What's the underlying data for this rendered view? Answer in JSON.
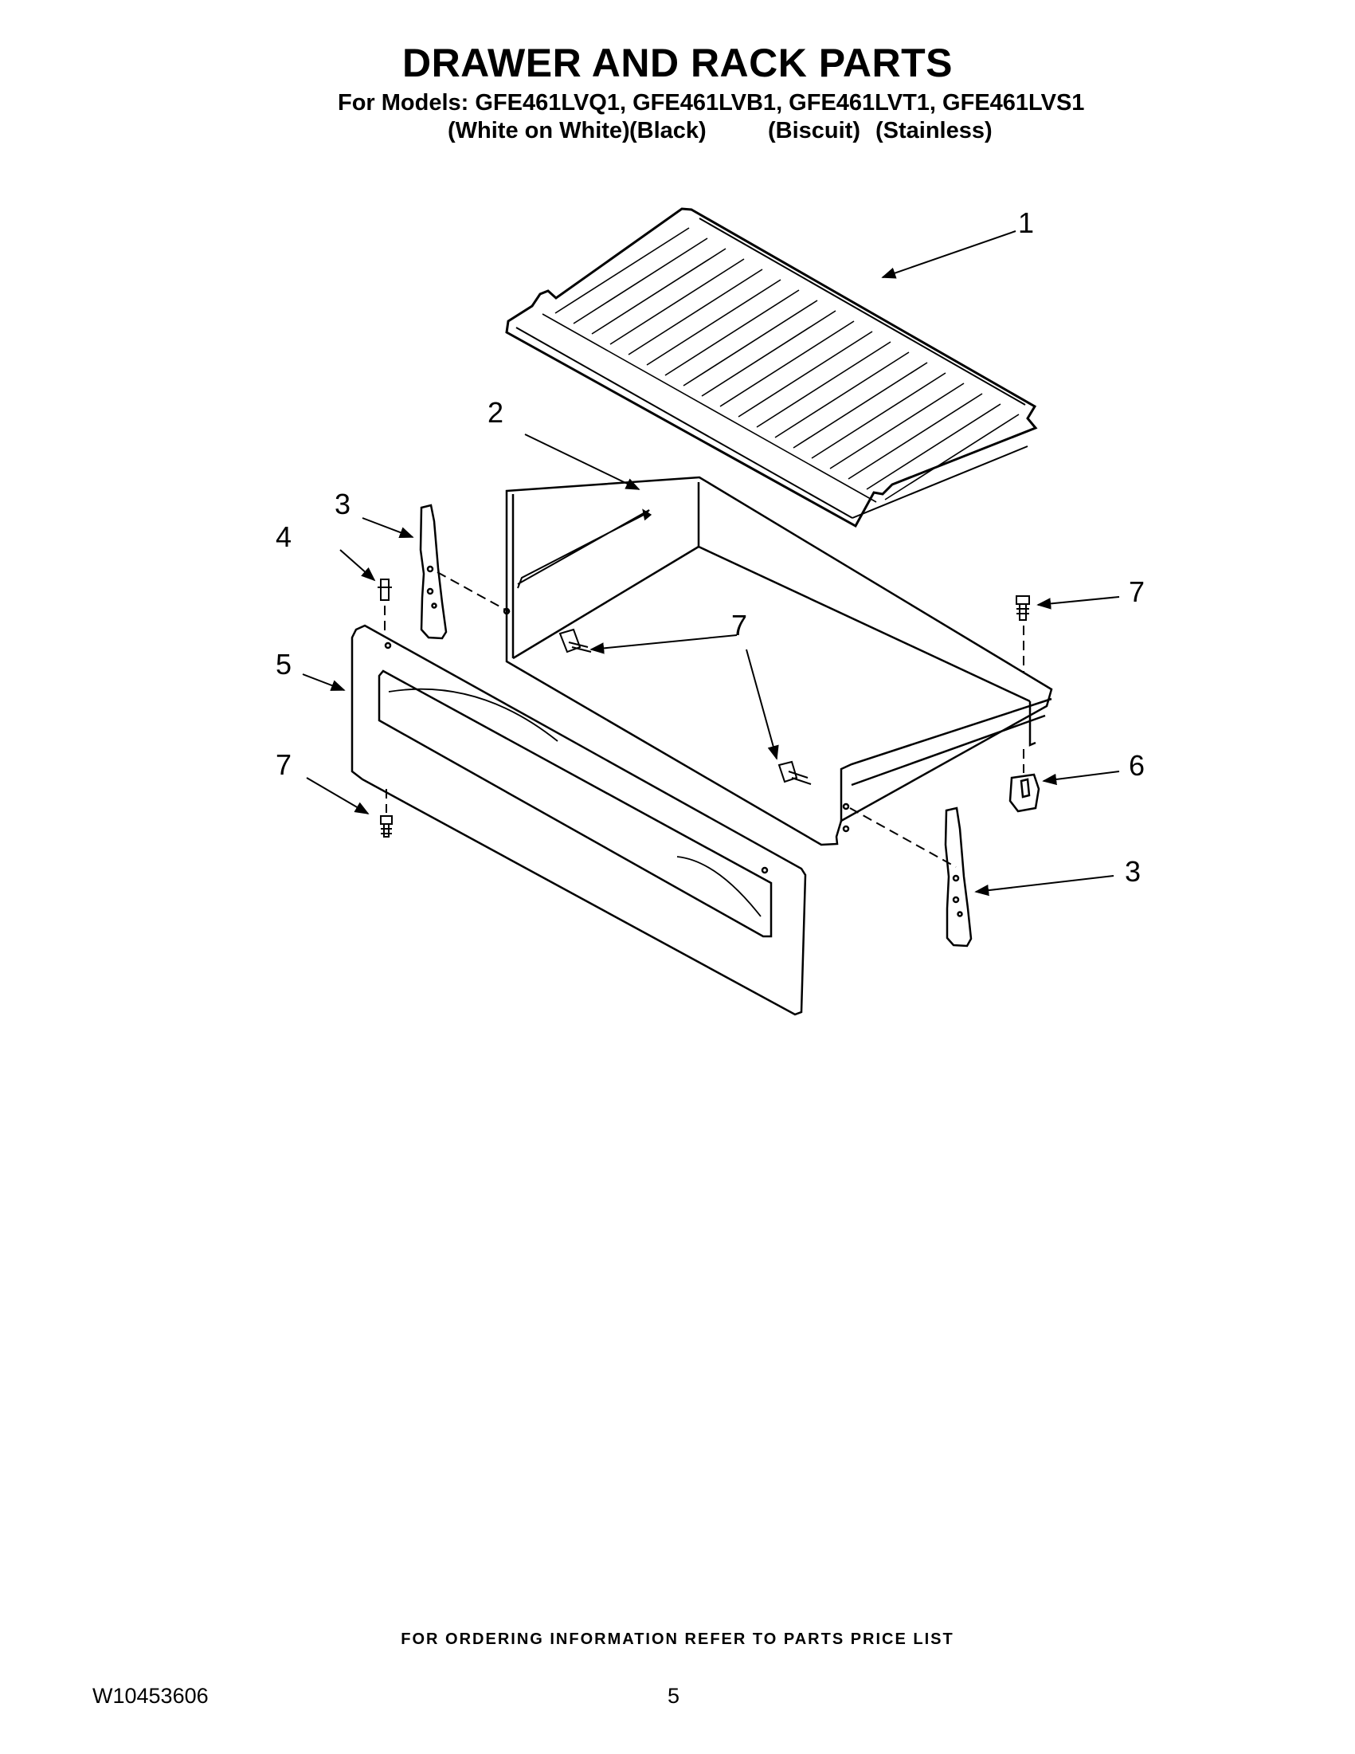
{
  "header": {
    "title": "DRAWER AND RACK PARTS",
    "models_line": "For Models: GFE461LVQ1, GFE461LVB1, GFE461LVT1, GFE461LVS1",
    "color_labels": [
      "(White on White)",
      "(Black)",
      "(Biscuit)",
      "(Stainless)"
    ]
  },
  "diagram": {
    "callouts": [
      "1",
      "2",
      "3",
      "4",
      "5",
      "7",
      "7",
      "7",
      "6",
      "7",
      "3"
    ]
  },
  "footer": {
    "ordering_note": "FOR ORDERING INFORMATION REFER TO PARTS PRICE LIST",
    "document_number": "W10453606",
    "page_number": "5"
  }
}
